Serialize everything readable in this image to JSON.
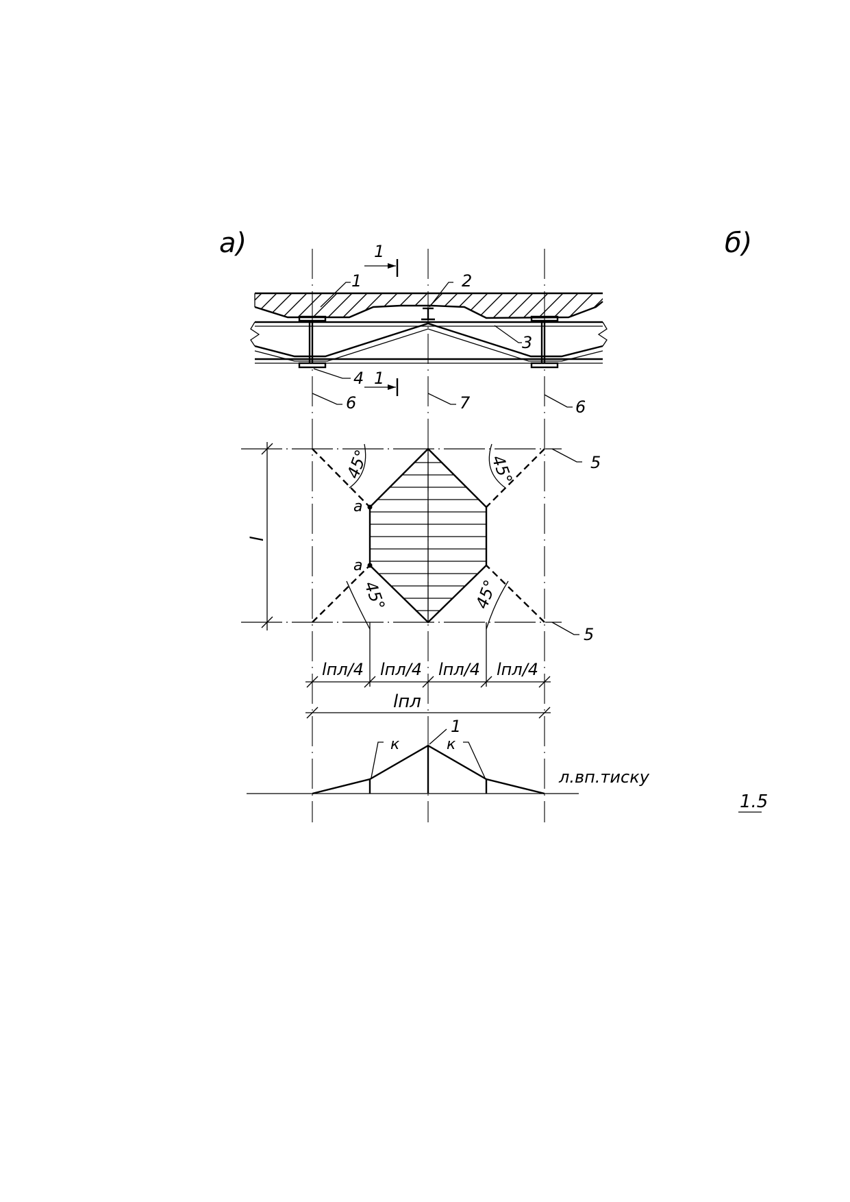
{
  "panel_labels": {
    "a": "а)",
    "b": "б)"
  },
  "callouts": {
    "c1": "1",
    "c2": "2",
    "c3": "3",
    "c4": "4",
    "c5_top": "5",
    "c5_bottom": "5",
    "c6_left": "6",
    "c6_right": "6",
    "c7": "7"
  },
  "section_mark": {
    "top": "1",
    "bottom": "1"
  },
  "points": {
    "a_top": "a",
    "a_bottom": "a"
  },
  "angles": {
    "tl": "45°",
    "tr": "45°",
    "bl": "45°",
    "br": "45°"
  },
  "dims": {
    "l": "l",
    "q1": "lпл/4",
    "q2": "lпл/4",
    "q3": "lпл/4",
    "q4": "lпл/4",
    "total": "lпл"
  },
  "influence": {
    "apex": "1",
    "k_left": "к",
    "k_right": "к",
    "label": "л.вп.тиску"
  },
  "sheet_number": "1.5"
}
